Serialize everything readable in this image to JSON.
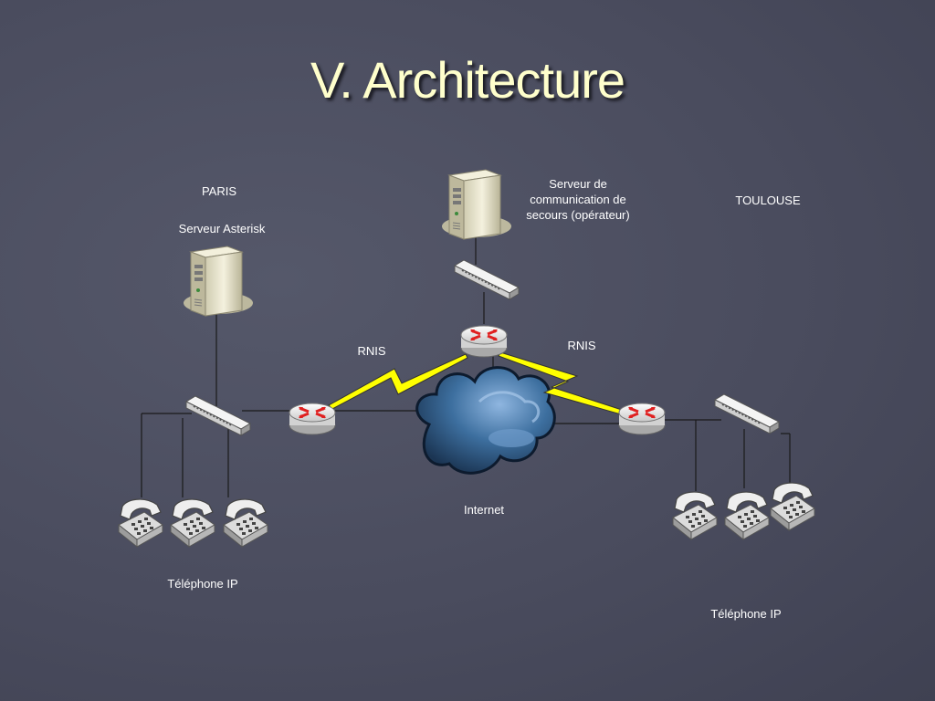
{
  "slide": {
    "title": "V. Architecture"
  },
  "labels": {
    "paris": "PARIS",
    "paris_server": "Serveur Asterisk",
    "backup_server_line1": "Serveur de",
    "backup_server_line2": "communication de",
    "backup_server_line3": "secours   (opérateur)",
    "toulouse": "TOULOUSE",
    "rnis_left": "RNIS",
    "rnis_right": "RNIS",
    "internet": "Internet",
    "phones_paris": "Téléphone IP",
    "phones_toulouse": "Téléphone IP"
  },
  "colors": {
    "background": "#4a4c5e",
    "title": "#ffffcc",
    "link": "#1a1a1a",
    "rnis_bolt": "#ffff00",
    "router_arrow": "#e02020",
    "cloud": "#3a6ea0"
  }
}
